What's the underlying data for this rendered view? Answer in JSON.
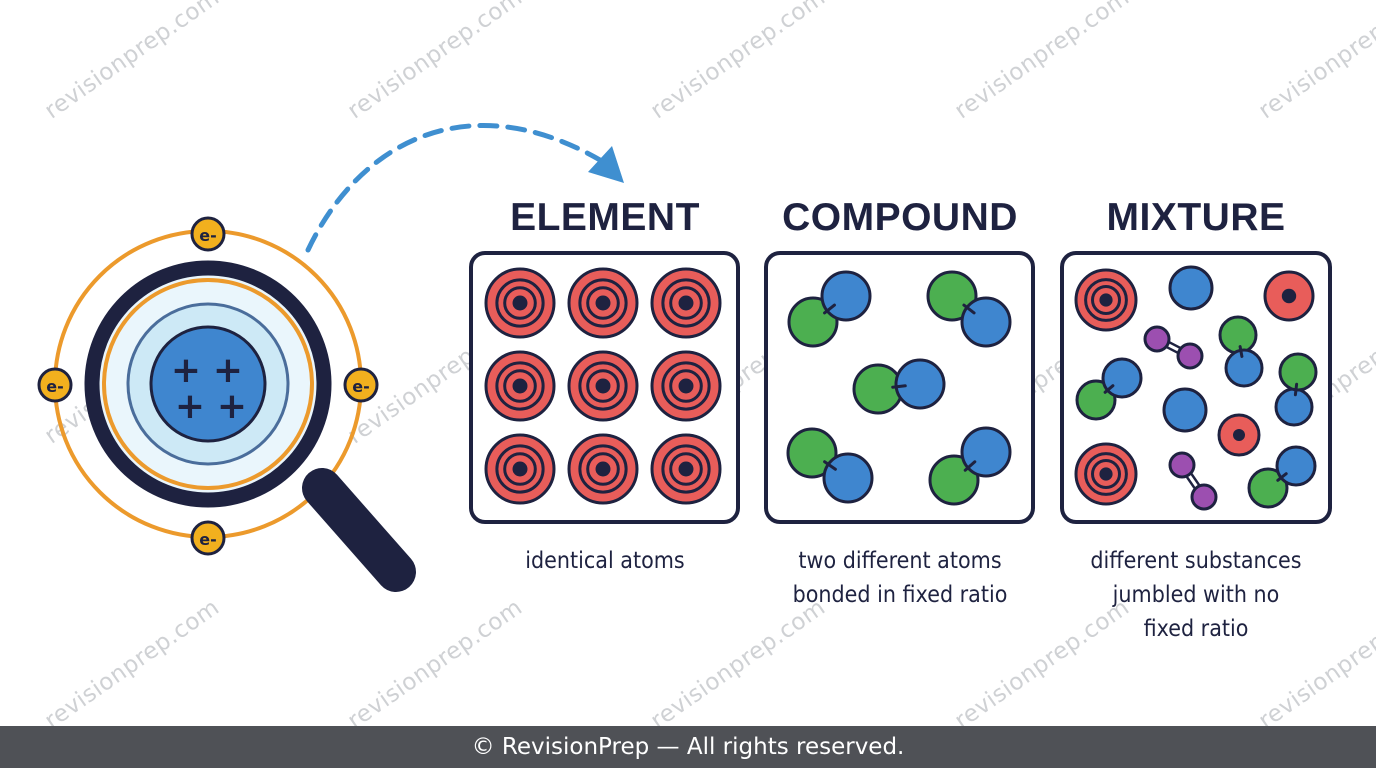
{
  "panels": [
    {
      "title": "ELEMENT",
      "caption_lines": [
        "identical atoms"
      ]
    },
    {
      "title": "COMPOUND",
      "caption_lines": [
        "two different atoms",
        "bonded in fixed ratio"
      ]
    },
    {
      "title": "MIXTURE",
      "caption_lines": [
        "different substances",
        "jumbled with no",
        "fixed ratio"
      ]
    }
  ],
  "electron_label": "e-",
  "nucleus_symbol": "+",
  "watermark_text": "revisionprep.com",
  "footer_text": "© RevisionPrep — All rights reserved.",
  "colors": {
    "outline": "#1e2240",
    "red_atom": "#e85d5a",
    "blue_atom": "#3f86cf",
    "green_atom": "#4caf50",
    "purple_atom": "#9c4fb0",
    "orbit": "#ec9a2c",
    "electron": "#f2b01e",
    "arrow": "#3f8fd0",
    "footer_bg": "#4f5156"
  },
  "icons": [
    "magnifying-glass-icon",
    "atom-icon",
    "dashed-arrow-icon"
  ]
}
